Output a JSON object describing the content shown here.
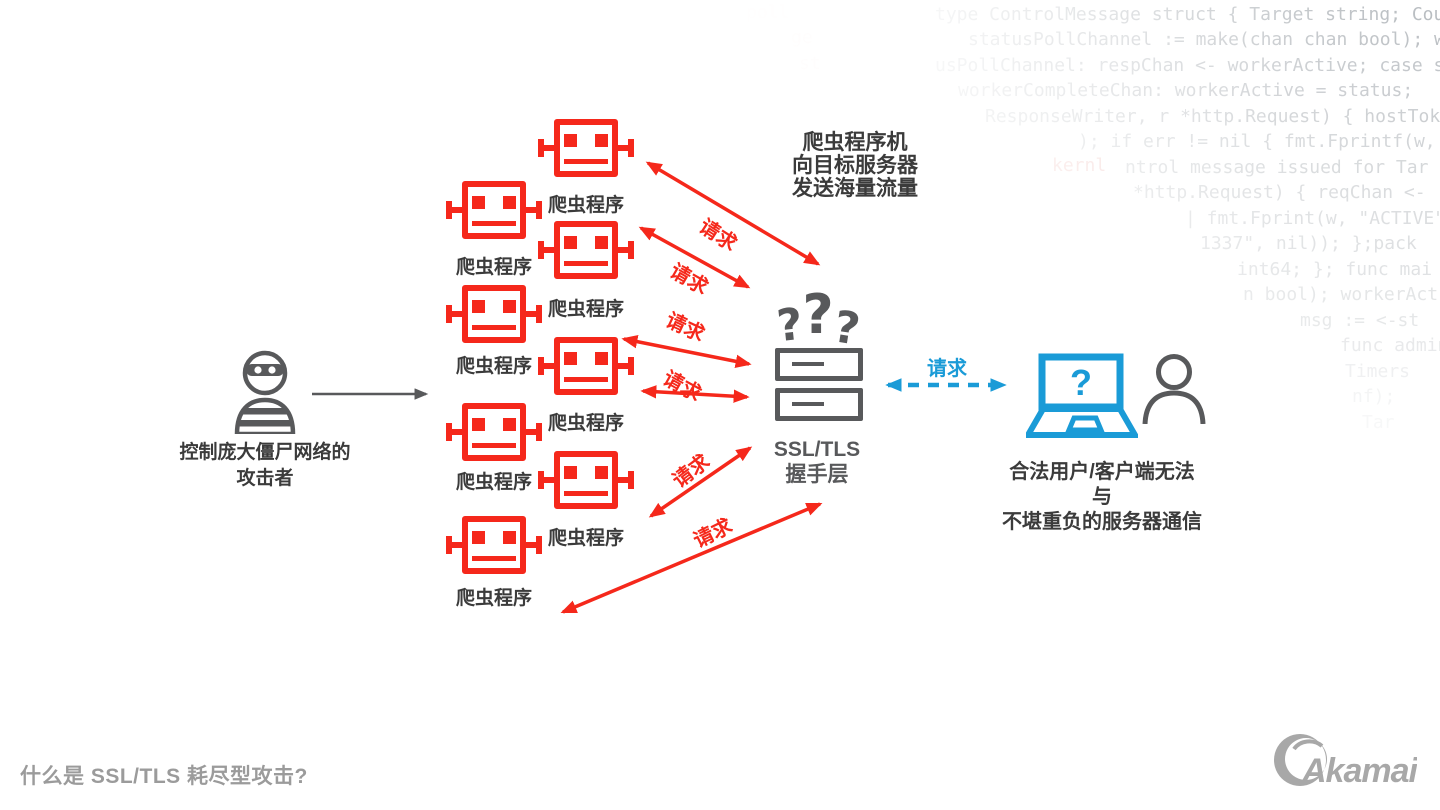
{
  "page": {
    "title": "什么是 SSL/TLS 耗尽型攻击?"
  },
  "logo": {
    "wordmark": "Akamai"
  },
  "background_code": {
    "lines": [
      "type ControlMessage struct { Target string; Cou",
      "statusPollChannel := make(chan chan bool); w",
      "usPollChannel: respChan <- workerActive; case s",
      "workerCompleteChan: workerActive = status;",
      "ResponseWriter, r *http.Request) { hostTok",
      "); if err != nil { fmt.Fprintf(w,",
      "ntrol message issued for Tar",
      "*http.Request) { reqChan <-",
      "| fmt.Fprint(w, \"ACTIVE\"",
      "1337\", nil)); };pack",
      "int64; }; func mai",
      "n bool); workerAct",
      "msg := <-st",
      "func admin(c",
      "Timers",
      "nf);",
      "Tar"
    ],
    "fragments": [
      "poll",
      "ge",
      "st",
      "kernl"
    ]
  },
  "attacker": {
    "caption": [
      "控制庞大僵尸网络的",
      "攻击者"
    ]
  },
  "botnet": {
    "labels": [
      "爬虫程序",
      "爬虫程序",
      "爬虫程序",
      "爬虫程序",
      "爬虫程序",
      "爬虫程序",
      "爬虫程序",
      "爬虫程序"
    ]
  },
  "arrows": {
    "request_labels": [
      "请求",
      "请求",
      "请求",
      "请求",
      "请求",
      "请求"
    ]
  },
  "server": {
    "question_marks": [
      "?",
      "?",
      "?"
    ],
    "note": [
      "爬虫程序机",
      "向目标服务器",
      "发送海量流量"
    ],
    "caption": [
      "SSL/TLS",
      "握手层"
    ]
  },
  "client": {
    "request_label": "请求",
    "screen_question_mark": "?",
    "caption": [
      "合法用户/客户端无法与",
      "不堪重负的服务器通信"
    ]
  },
  "colors": {
    "red": "#f5281b",
    "blue": "#1a9bd7",
    "icon_gray": "#58595b",
    "text_dark": "#3b3b3b",
    "code_gray": "#a9aeb3",
    "title_gray": "#9b9b9b",
    "logo_gray": "#a8a8a8"
  }
}
